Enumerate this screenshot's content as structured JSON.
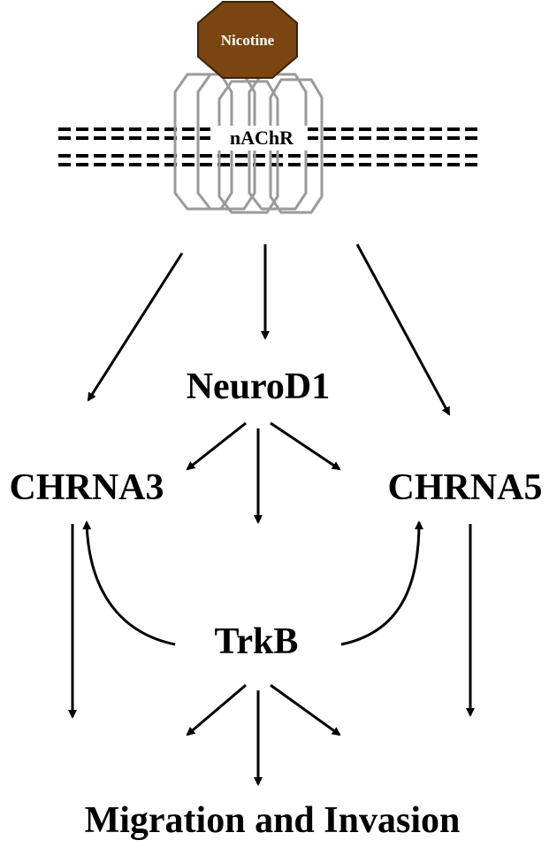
{
  "nodes": {
    "nicotine": "Nicotine",
    "receptor": "nAChR",
    "neurod1": "NeuroD1",
    "chrna3": "CHRNA3",
    "chrna5": "CHRNA5",
    "trkb": "TrkB",
    "outcome": "Migration and Invasion"
  },
  "colors": {
    "nicotine_fill": "#7a4510",
    "receptor_stroke": "#9a9a9a",
    "text": "#000000"
  }
}
